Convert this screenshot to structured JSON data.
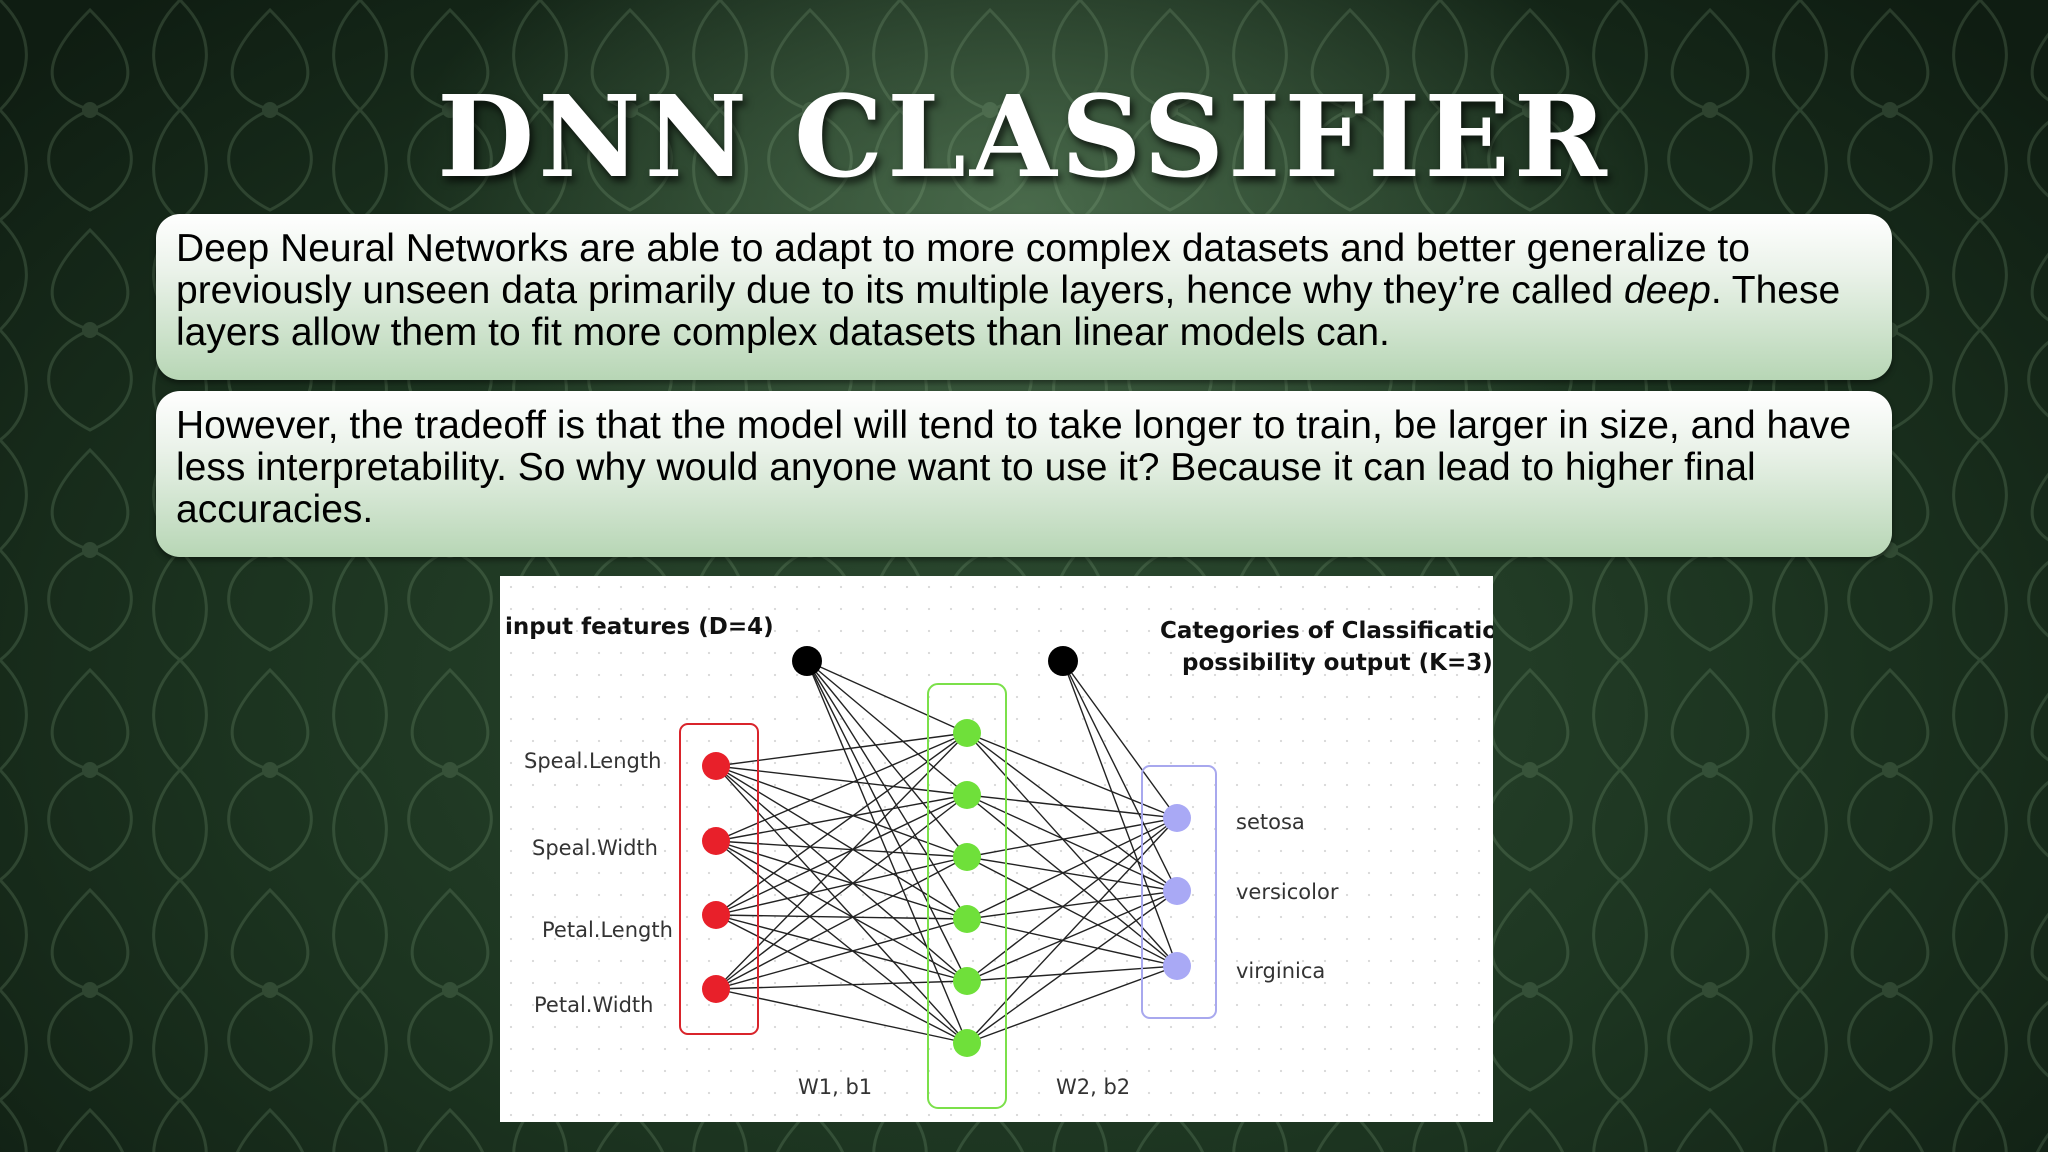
{
  "slide": {
    "title": "DNN CLASSIFIER",
    "paragraph1": {
      "before": "Deep Neural Networks are able to adapt to more complex datasets and better generalize to previously unseen data primarily due to its multiple layers, hence why they’re called ",
      "emphasis": "deep",
      "after": ". These layers allow them to fit more complex datasets than linear models can."
    },
    "paragraph2": "However, the tradeoff is that the model will tend to take longer to train, be larger in size, and have less interpretability. So why would anyone want to use it? Because it can lead to higher final accuracies."
  },
  "diagram": {
    "input_header": "input features (D=4)",
    "output_header_line1": "Categories of Classification",
    "output_header_line2": "possibility output (K=3)",
    "inputs": [
      "Speal.Length",
      "Speal.Width",
      "Petal.Length",
      "Petal.Width"
    ],
    "outputs": [
      "setosa",
      "versicolor",
      "virginica"
    ],
    "weights1": "W1, b1",
    "weights2": "W2, b2",
    "hidden_count": 6,
    "colors": {
      "input": "#e8202a",
      "hidden": "#6fe03a",
      "output": "#a9a9f5",
      "bias": "#000000"
    }
  }
}
